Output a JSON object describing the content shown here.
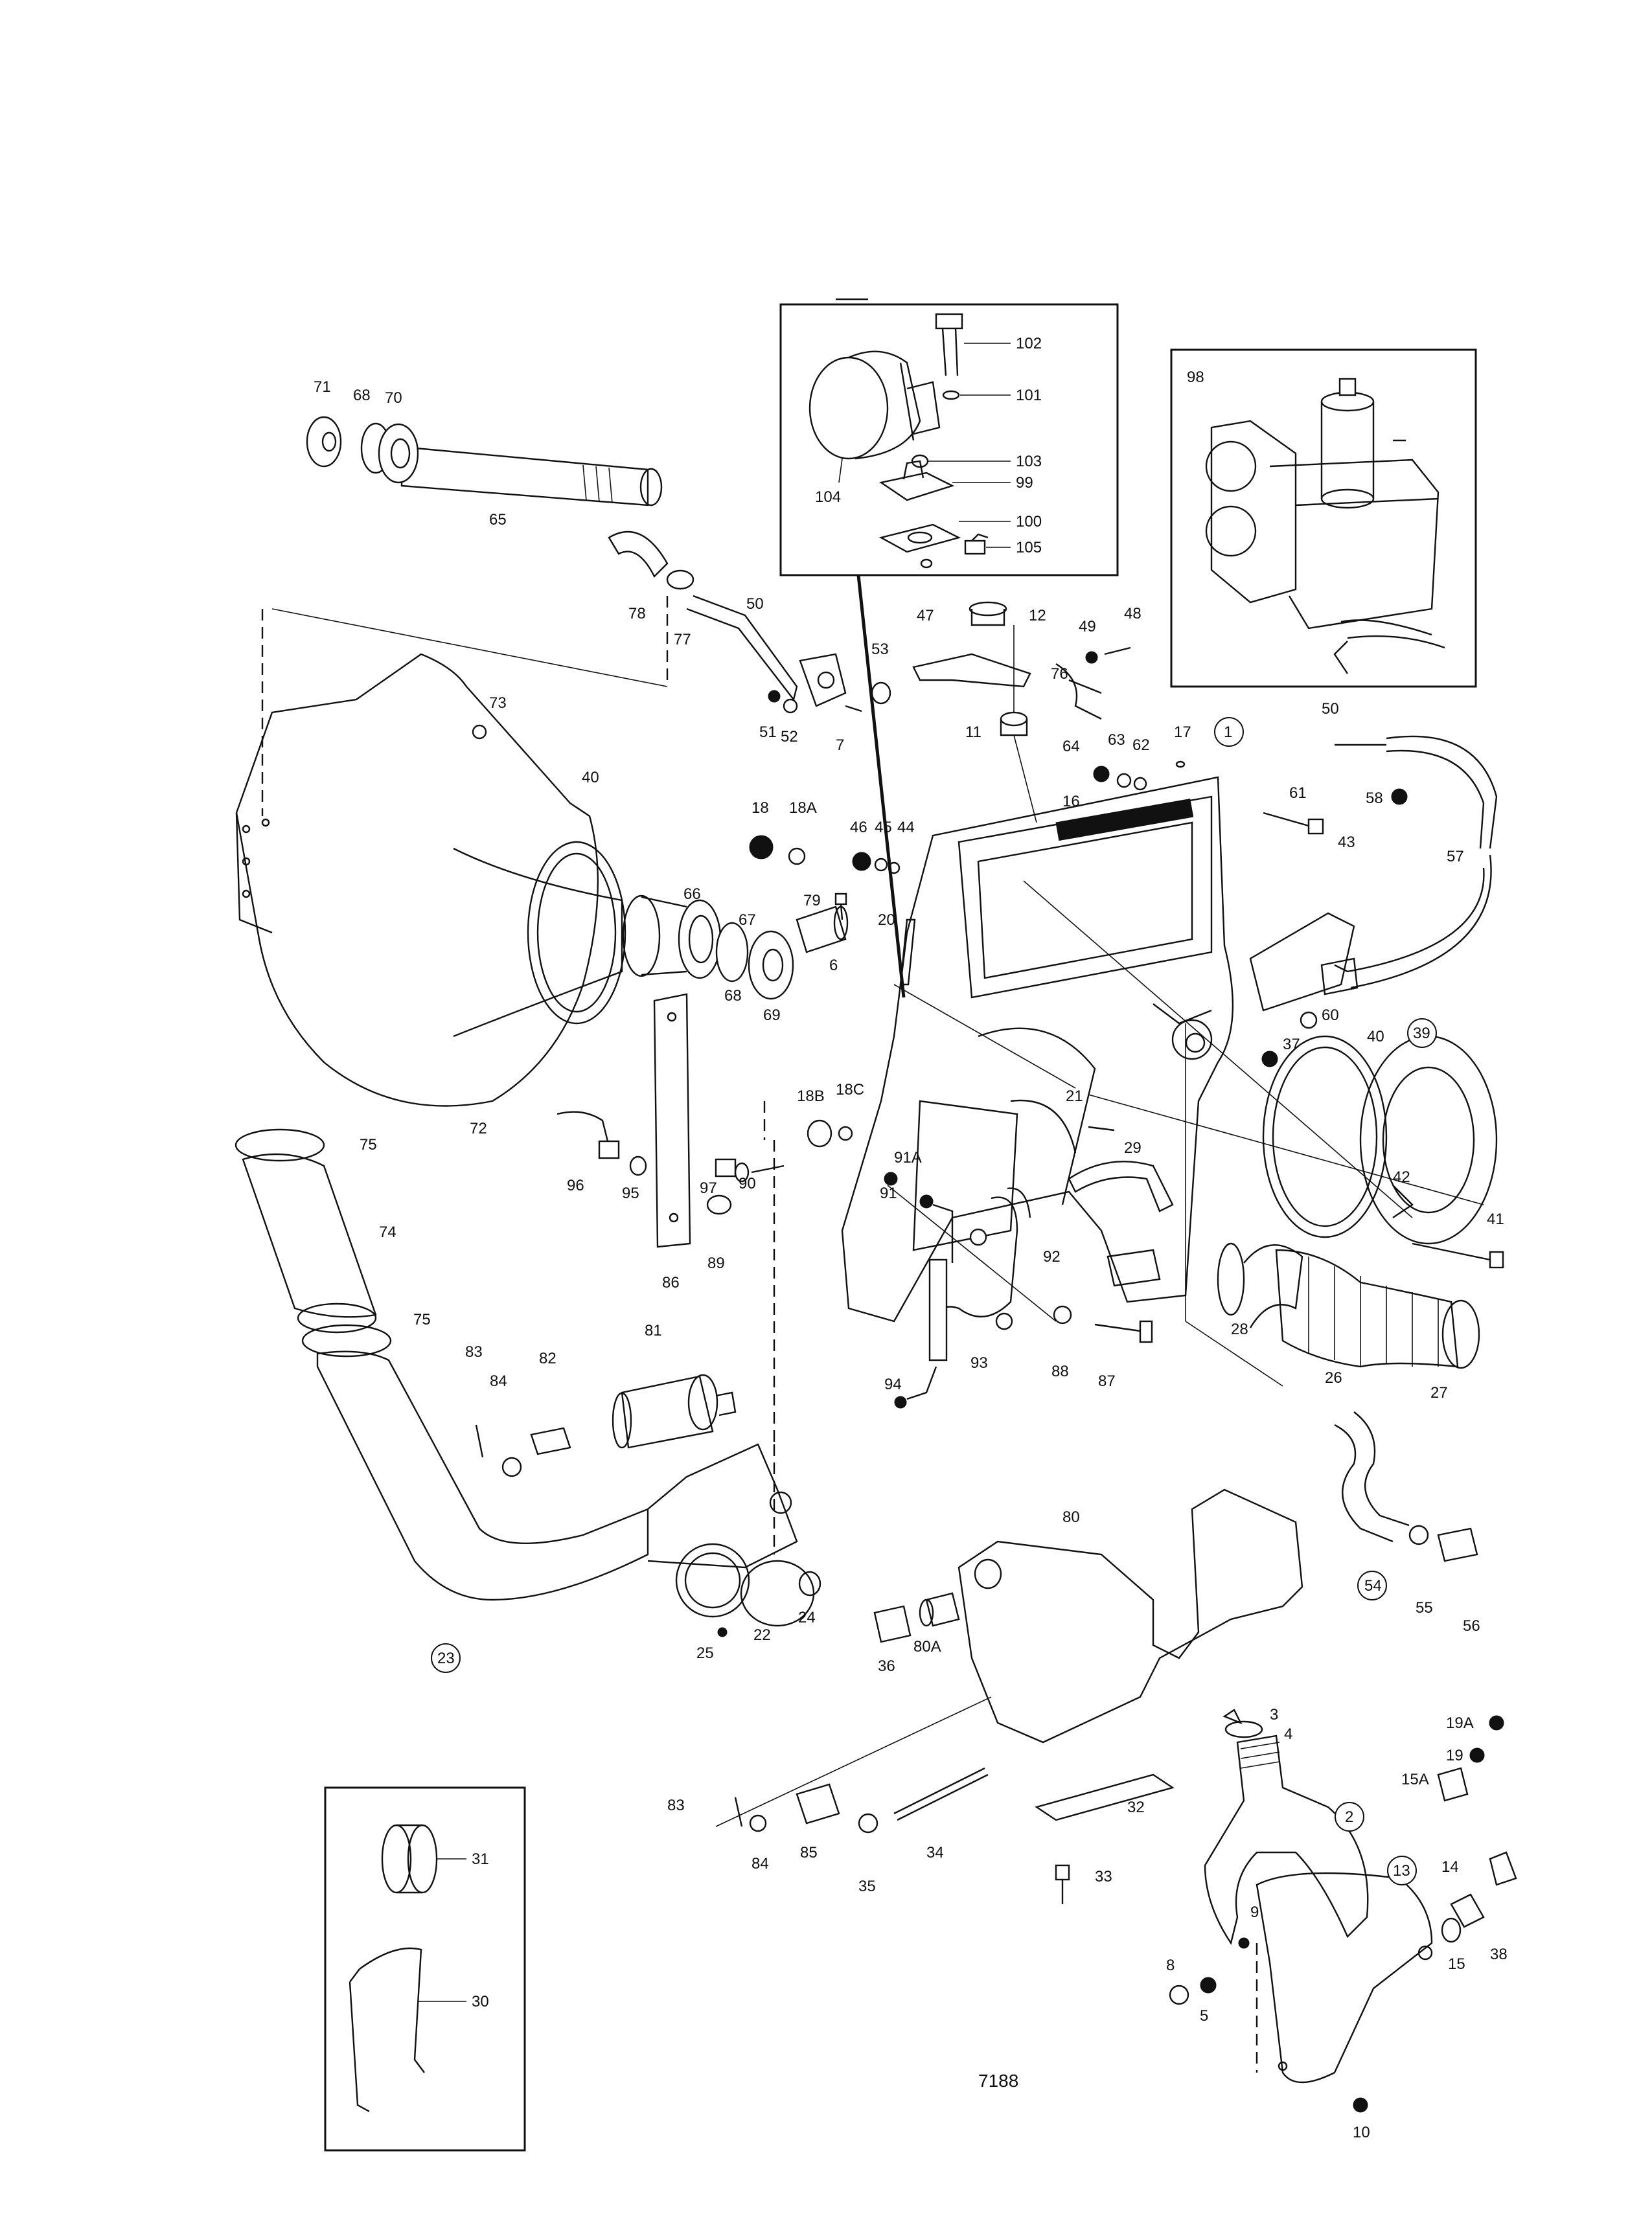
{
  "figure_number": "7188",
  "inset_top": {
    "labels": [
      "102",
      "101",
      "103",
      "99",
      "104",
      "100",
      "105"
    ]
  },
  "inset_right": {
    "labels": [
      "98"
    ]
  },
  "inset_left": {
    "labels": [
      "31",
      "30"
    ]
  },
  "labels": {
    "l71": "71",
    "l68a": "68",
    "l70": "70",
    "l65": "65",
    "l78": "78",
    "l77": "77",
    "l50a": "50",
    "l53": "53",
    "l51": "51",
    "l52": "52",
    "l7": "7",
    "l47": "47",
    "l12": "12",
    "l49": "49",
    "l48": "48",
    "l76": "76",
    "l11": "11",
    "l73": "73",
    "l40a": "40",
    "l18": "18",
    "l18A": "18A",
    "l46": "46",
    "l45": "45",
    "l44": "44",
    "l16": "16",
    "l64": "64",
    "l63": "63",
    "l62": "62",
    "l17": "17",
    "l1": "1",
    "l50b": "50",
    "l58": "58",
    "l61": "61",
    "l57": "57",
    "l43": "43",
    "l66": "66",
    "l79": "79",
    "l20": "20",
    "l67": "67",
    "l6": "6",
    "l68b": "68",
    "l69": "69",
    "l72": "72",
    "l60": "60",
    "l37": "37",
    "l40b": "40",
    "l39": "39",
    "l18B": "18B",
    "l18C": "18C",
    "l21": "21",
    "l29": "29",
    "l42": "42",
    "l41": "41",
    "l75a": "75",
    "l96": "96",
    "l95": "95",
    "l97": "97",
    "l90": "90",
    "l91A": "91A",
    "l91": "91",
    "l92": "92",
    "l86": "86",
    "l89": "89",
    "l74": "74",
    "l75b": "75",
    "l28": "28",
    "l26": "26",
    "l27": "27",
    "l83a": "83",
    "l84a": "84",
    "l82": "82",
    "l81": "81",
    "l93": "93",
    "l88": "88",
    "l87": "87",
    "l94": "94",
    "l80": "80",
    "l54": "54",
    "l55": "55",
    "l56": "56",
    "l24": "24",
    "l22": "22",
    "l25": "25",
    "l23": "23",
    "l36": "36",
    "l80A": "80A",
    "l3": "3",
    "l4": "4",
    "l19A": "19A",
    "l19": "19",
    "l15A": "15A",
    "l83b": "83",
    "l84b": "84",
    "l85": "85",
    "l35": "35",
    "l34": "34",
    "l32": "32",
    "l33": "33",
    "l2": "2",
    "l13": "13",
    "l14": "14",
    "l38": "38",
    "l9": "9",
    "l8": "8",
    "l5": "5",
    "l15": "15",
    "l10": "10"
  }
}
